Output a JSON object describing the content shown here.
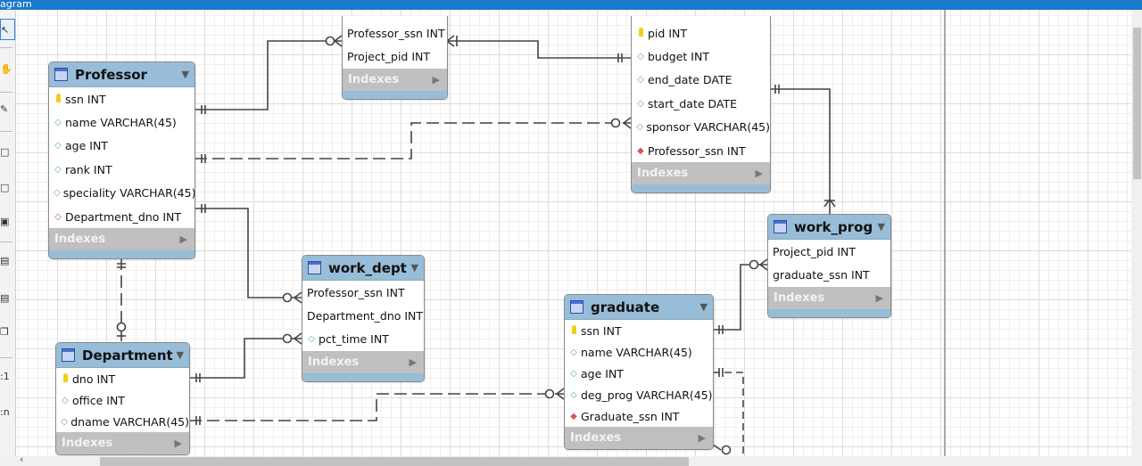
{
  "window": {
    "title": "agram"
  },
  "toolbar": {
    "one_to_one": ":1",
    "one_to_many": ":n"
  },
  "indexes_label": "Indexes",
  "tables": {
    "professor": {
      "name": "Professor",
      "columns": [
        {
          "text": "ssn INT",
          "kind": "pk"
        },
        {
          "text": "name VARCHAR(45)",
          "kind": "attr"
        },
        {
          "text": "age INT",
          "kind": "attr"
        },
        {
          "text": "rank INT",
          "kind": "attr"
        },
        {
          "text": "speciality VARCHAR(45)",
          "kind": "attr"
        },
        {
          "text": "Department_dno INT",
          "kind": "fk-nullable"
        }
      ]
    },
    "professor_has_project": {
      "name": "",
      "columns": [
        {
          "text": "Professor_ssn INT",
          "kind": "plain"
        },
        {
          "text": "Project_pid INT",
          "kind": "plain"
        }
      ]
    },
    "project": {
      "name": "",
      "columns": [
        {
          "text": "pid INT",
          "kind": "pk"
        },
        {
          "text": "budget INT",
          "kind": "attr"
        },
        {
          "text": "end_date DATE",
          "kind": "attr"
        },
        {
          "text": "start_date DATE",
          "kind": "attr"
        },
        {
          "text": "sponsor VARCHAR(45)",
          "kind": "attr"
        },
        {
          "text": "Professor_ssn INT",
          "kind": "fk"
        }
      ]
    },
    "work_prog": {
      "name": "work_prog",
      "columns": [
        {
          "text": "Project_pid INT",
          "kind": "plain"
        },
        {
          "text": "graduate_ssn INT",
          "kind": "plain"
        }
      ]
    },
    "work_dept": {
      "name": "work_dept",
      "columns": [
        {
          "text": "Professor_ssn INT",
          "kind": "plain"
        },
        {
          "text": "Department_dno INT",
          "kind": "plain"
        },
        {
          "text": "pct_time INT",
          "kind": "attr"
        }
      ]
    },
    "graduate": {
      "name": "graduate",
      "columns": [
        {
          "text": "ssn INT",
          "kind": "pk"
        },
        {
          "text": "name VARCHAR(45)",
          "kind": "attr"
        },
        {
          "text": "age INT",
          "kind": "attr"
        },
        {
          "text": "deg_prog VARCHAR(45)",
          "kind": "attr"
        },
        {
          "text": "Graduate_ssn INT",
          "kind": "fk"
        }
      ]
    },
    "department": {
      "name": "Department",
      "columns": [
        {
          "text": "dno INT",
          "kind": "pk"
        },
        {
          "text": "office INT",
          "kind": "attr"
        },
        {
          "text": "dname VARCHAR(45)",
          "kind": "attr"
        }
      ]
    }
  }
}
